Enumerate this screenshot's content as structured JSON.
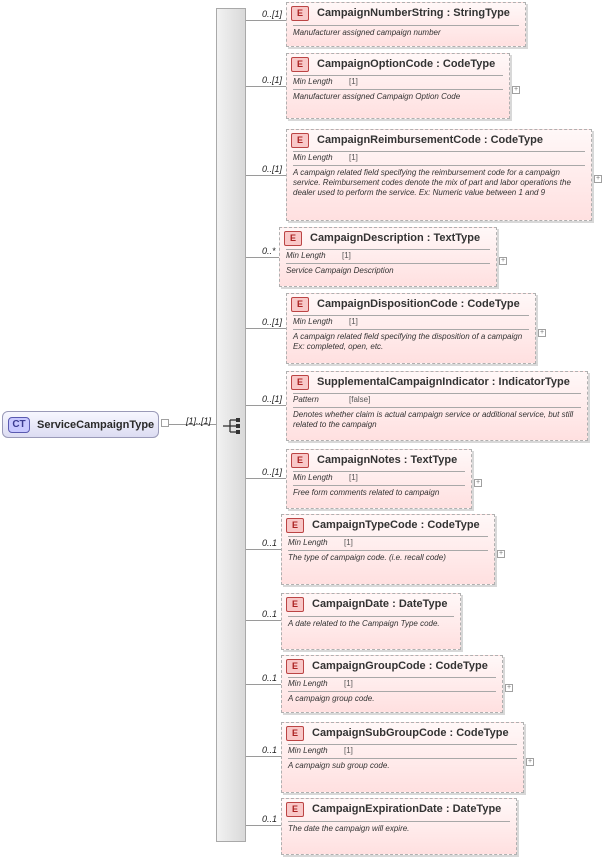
{
  "root": {
    "badge": "CT",
    "name": "ServiceCampaignType",
    "cardinality": "[1]..[1]"
  },
  "elements": [
    {
      "key": "e1",
      "badge": "E",
      "name": "CampaignNumberString",
      "type": "StringType",
      "card": "0..[1]",
      "facet_name": "",
      "facet_value": "",
      "doc": "Manufacturer assigned campaign number",
      "expander": false
    },
    {
      "key": "e2",
      "badge": "E",
      "name": "CampaignOptionCode",
      "type": "CodeType",
      "card": "0..[1]",
      "facet_name": "Min Length",
      "facet_value": "[1]",
      "doc": "Manufacturer assigned Campaign Option Code",
      "expander": true
    },
    {
      "key": "e3",
      "badge": "E",
      "name": "CampaignReimbursementCode",
      "type": "CodeType",
      "card": "0..[1]",
      "facet_name": "Min Length",
      "facet_value": "[1]",
      "doc": "A campaign related field specifying the reimbursement code for a campaign service. Reimbursement codes denote the mix of part and labor operations the dealer used to perform the service. Ex: Numeric value between 1 and 9",
      "expander": true
    },
    {
      "key": "e4",
      "badge": "E",
      "name": "CampaignDescription",
      "type": "TextType",
      "card": "0..*",
      "facet_name": "Min Length",
      "facet_value": "[1]",
      "doc": "Service Campaign Description",
      "expander": true
    },
    {
      "key": "e5",
      "badge": "E",
      "name": "CampaignDispositionCode",
      "type": "CodeType",
      "card": "0..[1]",
      "facet_name": "Min Length",
      "facet_value": "[1]",
      "doc": "A campaign related field specifying the disposition of a campaign Ex: completed, open, etc.",
      "expander": true
    },
    {
      "key": "e6",
      "badge": "E",
      "name": "SupplementalCampaignIndicator",
      "type": "IndicatorType",
      "card": "0..[1]",
      "facet_name": "Pattern",
      "facet_value": "[false]",
      "doc": "Denotes whether claim is actual campaign service or additional service, but still related to the campaign",
      "expander": false
    },
    {
      "key": "e7",
      "badge": "E",
      "name": "CampaignNotes",
      "type": "TextType",
      "card": "0..[1]",
      "facet_name": "Min Length",
      "facet_value": "[1]",
      "doc": "Free form comments related to campaign",
      "expander": true
    },
    {
      "key": "e8",
      "badge": "E",
      "name": "CampaignTypeCode",
      "type": "CodeType",
      "card": "0..1",
      "facet_name": "Min Length",
      "facet_value": "[1]",
      "doc": "The type of campaign code. (i.e. recall code)",
      "expander": true
    },
    {
      "key": "e9",
      "badge": "E",
      "name": "CampaignDate",
      "type": "DateType",
      "card": "0..1",
      "facet_name": "",
      "facet_value": "",
      "doc": "A date related to the Campaign Type code.",
      "expander": false
    },
    {
      "key": "e10",
      "badge": "E",
      "name": "CampaignGroupCode",
      "type": "CodeType",
      "card": "0..1",
      "facet_name": "Min Length",
      "facet_value": "[1]",
      "doc": "A campaign group code.",
      "expander": true
    },
    {
      "key": "e11",
      "badge": "E",
      "name": "CampaignSubGroupCode",
      "type": "CodeType",
      "card": "0..1",
      "facet_name": "Min Length",
      "facet_value": "[1]",
      "doc": "A campaign sub group code.",
      "expander": true
    },
    {
      "key": "e12",
      "badge": "E",
      "name": "CampaignExpirationDate",
      "type": "DateType",
      "card": "0..1",
      "facet_name": "",
      "facet_value": "",
      "doc": "The date the campaign will expire.",
      "expander": false
    }
  ]
}
